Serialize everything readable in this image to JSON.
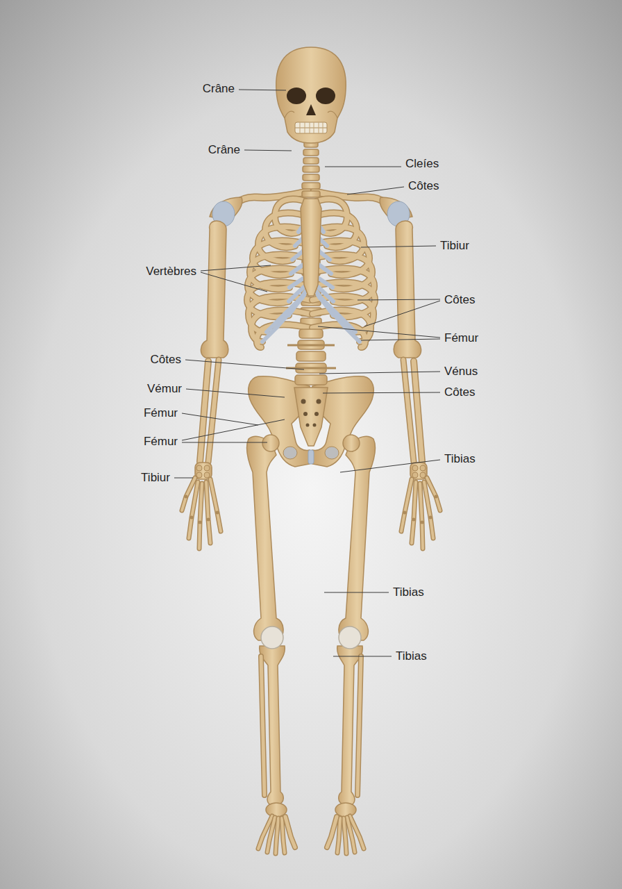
{
  "diagram": {
    "labels": [
      "Crâne",
      "Crâne",
      "Cleíes",
      "Côtes",
      "Tibiur",
      "Vertèbres",
      "Côtes",
      "Fémur",
      "Côtes",
      "Vénus",
      "Vémur",
      "Côtes",
      "Fémur",
      "Fémur",
      "Tibias",
      "Tibiur",
      "Tibias",
      "Tibias"
    ]
  }
}
